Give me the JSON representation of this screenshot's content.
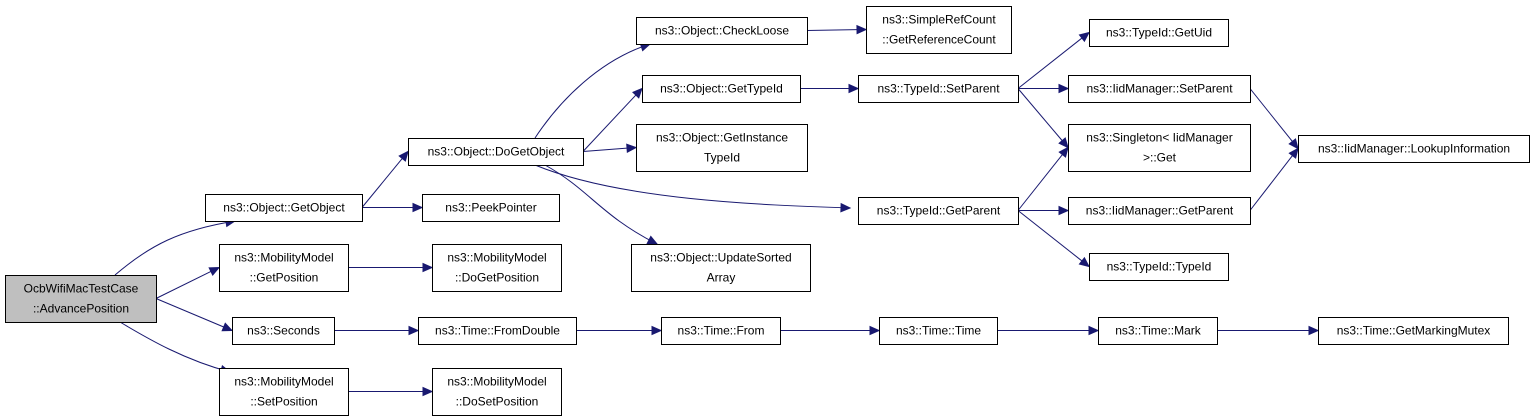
{
  "colors": {
    "node_fill": "#ffffff",
    "root_fill": "#bfbfbf",
    "node_border": "#000000",
    "edge": "#191970",
    "text": "#000000"
  },
  "nodes": [
    {
      "id": "root",
      "lines": [
        "OcbWifiMacTestCase",
        "::AdvancePosition"
      ],
      "root": true
    },
    {
      "id": "getobject",
      "lines": [
        "ns3::Object::GetObject"
      ]
    },
    {
      "id": "mm_getpos",
      "lines": [
        "ns3::MobilityModel",
        "::GetPosition"
      ]
    },
    {
      "id": "seconds",
      "lines": [
        "ns3::Seconds"
      ]
    },
    {
      "id": "mm_setpos",
      "lines": [
        "ns3::MobilityModel",
        "::SetPosition"
      ]
    },
    {
      "id": "dogetobject",
      "lines": [
        "ns3::Object::DoGetObject"
      ]
    },
    {
      "id": "peekpointer",
      "lines": [
        "ns3::PeekPointer"
      ]
    },
    {
      "id": "mm_dogetpos",
      "lines": [
        "ns3::MobilityModel",
        "::DoGetPosition"
      ]
    },
    {
      "id": "fromdouble",
      "lines": [
        "ns3::Time::FromDouble"
      ]
    },
    {
      "id": "mm_dosetpos",
      "lines": [
        "ns3::MobilityModel",
        "::DoSetPosition"
      ]
    },
    {
      "id": "checkloose",
      "lines": [
        "ns3::Object::CheckLoose"
      ]
    },
    {
      "id": "gettypeid",
      "lines": [
        "ns3::Object::GetTypeId"
      ]
    },
    {
      "id": "getinstancetypeid",
      "lines": [
        "ns3::Object::GetInstance",
        "TypeId"
      ]
    },
    {
      "id": "updatesorted",
      "lines": [
        "ns3::Object::UpdateSorted",
        "Array"
      ]
    },
    {
      "id": "timefrom",
      "lines": [
        "ns3::Time::From"
      ]
    },
    {
      "id": "getrefcount",
      "lines": [
        "ns3::SimpleRefCount",
        "::GetReferenceCount"
      ]
    },
    {
      "id": "tid_setparent",
      "lines": [
        "ns3::TypeId::SetParent"
      ]
    },
    {
      "id": "tid_getparent",
      "lines": [
        "ns3::TypeId::GetParent"
      ]
    },
    {
      "id": "timetime",
      "lines": [
        "ns3::Time::Time"
      ]
    },
    {
      "id": "getuid",
      "lines": [
        "ns3::TypeId::GetUid"
      ]
    },
    {
      "id": "iid_setparent",
      "lines": [
        "ns3::IidManager::SetParent"
      ]
    },
    {
      "id": "singleton",
      "lines": [
        "ns3::Singleton< IidManager",
        ">::Get"
      ]
    },
    {
      "id": "iid_getparent",
      "lines": [
        "ns3::IidManager::GetParent"
      ]
    },
    {
      "id": "tid_typeid",
      "lines": [
        "ns3::TypeId::TypeId"
      ]
    },
    {
      "id": "timemark",
      "lines": [
        "ns3::Time::Mark"
      ]
    },
    {
      "id": "lookup",
      "lines": [
        "ns3::IidManager::LookupInformation"
      ]
    },
    {
      "id": "markingmutex",
      "lines": [
        "ns3::Time::GetMarkingMutex"
      ]
    }
  ],
  "edges": [
    [
      "root",
      "getobject"
    ],
    [
      "root",
      "mm_getpos"
    ],
    [
      "root",
      "seconds"
    ],
    [
      "root",
      "mm_setpos"
    ],
    [
      "getobject",
      "dogetobject"
    ],
    [
      "getobject",
      "peekpointer"
    ],
    [
      "mm_getpos",
      "mm_dogetpos"
    ],
    [
      "seconds",
      "fromdouble"
    ],
    [
      "mm_setpos",
      "mm_dosetpos"
    ],
    [
      "dogetobject",
      "checkloose"
    ],
    [
      "dogetobject",
      "gettypeid"
    ],
    [
      "dogetobject",
      "getinstancetypeid"
    ],
    [
      "dogetobject",
      "updatesorted"
    ],
    [
      "dogetobject",
      "tid_getparent"
    ],
    [
      "fromdouble",
      "timefrom"
    ],
    [
      "checkloose",
      "getrefcount"
    ],
    [
      "gettypeid",
      "tid_setparent"
    ],
    [
      "timefrom",
      "timetime"
    ],
    [
      "tid_setparent",
      "getuid"
    ],
    [
      "tid_setparent",
      "iid_setparent"
    ],
    [
      "tid_setparent",
      "singleton"
    ],
    [
      "tid_getparent",
      "singleton"
    ],
    [
      "tid_getparent",
      "iid_getparent"
    ],
    [
      "tid_getparent",
      "tid_typeid"
    ],
    [
      "timetime",
      "timemark"
    ],
    [
      "iid_setparent",
      "lookup"
    ],
    [
      "iid_getparent",
      "lookup"
    ],
    [
      "timemark",
      "markingmutex"
    ]
  ]
}
